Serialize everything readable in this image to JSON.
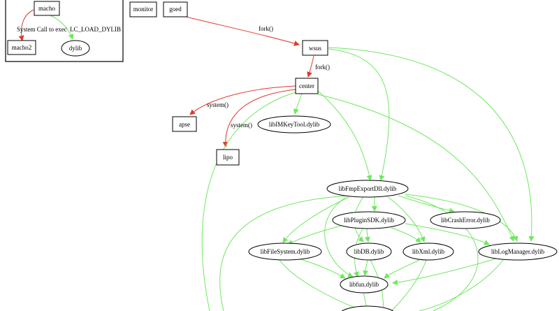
{
  "colors": {
    "red_edge": "#e03a2f",
    "green_edge": "#6ee85e",
    "stroke": "#000000"
  },
  "legend": {
    "nodes": {
      "macho": "macho",
      "macho2": "macho2",
      "dylib": "dylib"
    },
    "edges": {
      "exec": "System Call to exec",
      "load": "LC_LOAD_DYLIB"
    }
  },
  "nodes": {
    "monitor": "monitor",
    "goed": "goed",
    "wsus": "wsus",
    "center": "center",
    "apse": "apse",
    "lipo": "lipo",
    "libIMKeyTool": "libIMKeyTool.dylib",
    "libFmpExportDll": "libFmpExportDll.dylib",
    "libPluginSDK": "libPluginSDK.dylib",
    "libCrashError": "libCrashError.dylib",
    "libFileSystem": "libFileSystem.dylib",
    "libDB": "libDB.dylib",
    "libXml": "libXml.dylib",
    "libLogManager": "libLogManager.dylib",
    "libfun": "libfun.dylib"
  },
  "edge_labels": {
    "goed_wsus": "fork()",
    "wsus_center": "fork()",
    "center_apse": "system()",
    "center_lipo": "system()"
  }
}
